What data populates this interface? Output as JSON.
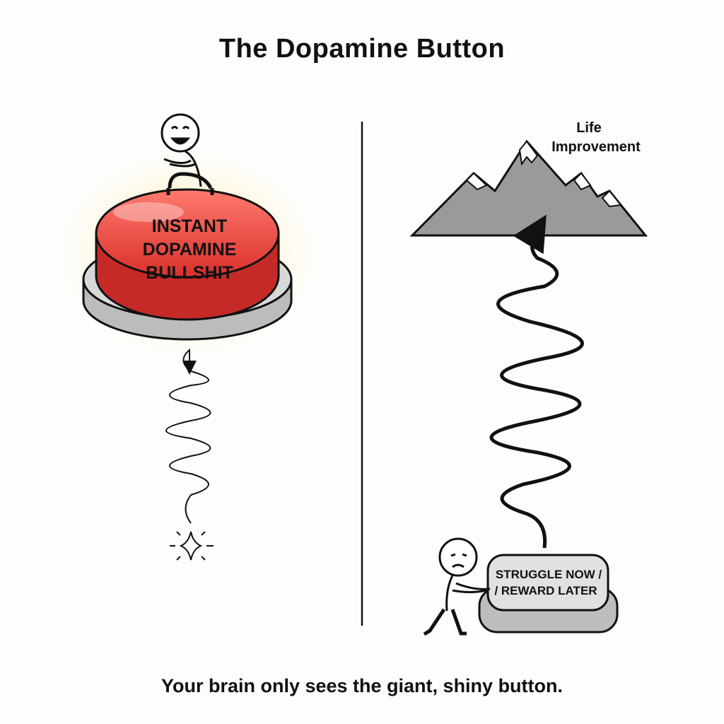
{
  "title": "The Dopamine Button",
  "caption": "Your brain only sees the giant, shiny button.",
  "left_panel": {
    "button_label_lines": [
      "INSTANT",
      "DOPAMINE",
      "BULLSHIT"
    ],
    "button_color": "#e8423e"
  },
  "right_panel": {
    "goal_label_lines": [
      "Life",
      "Improvement"
    ],
    "button_label_lines": [
      "STRUGGLE NOW /",
      "/ REWARD LATER"
    ]
  }
}
